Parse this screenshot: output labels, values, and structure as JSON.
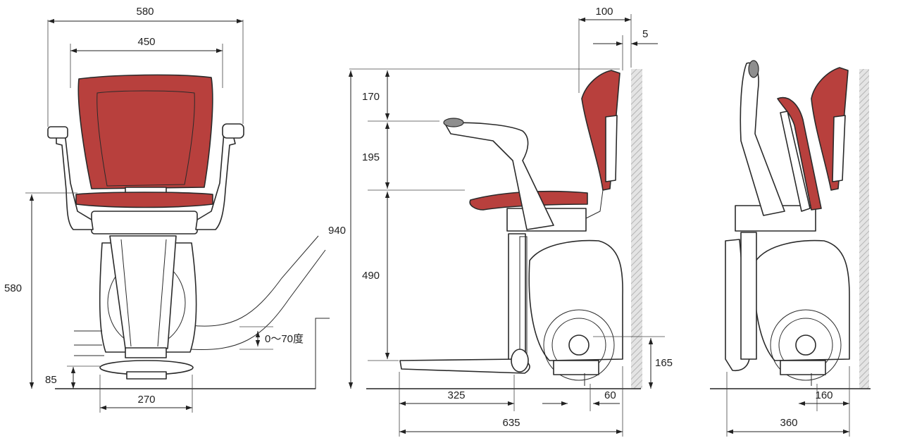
{
  "colors": {
    "upholstery": "#b8403d",
    "line": "#2a2a2a",
    "wall_hatch": "#bdbdbd",
    "control_knob": "#8e8e8e"
  },
  "front_view": {
    "overall_width": "580",
    "seat_width": "450",
    "seat_height": "580",
    "footrest_height": "85",
    "base_width": "270",
    "swivel_range": "0～70度"
  },
  "side_view": {
    "wall_to_back": "100",
    "wall_gap": "5",
    "backrest_height": "170",
    "armrest_height": "195",
    "seat_floor_height": "490",
    "total_height": "940",
    "rail_height": "165",
    "footrest_depth": "325",
    "rail_offset": "60",
    "total_depth": "635"
  },
  "folded_view": {
    "rail_depth": "160",
    "folded_depth": "360"
  }
}
